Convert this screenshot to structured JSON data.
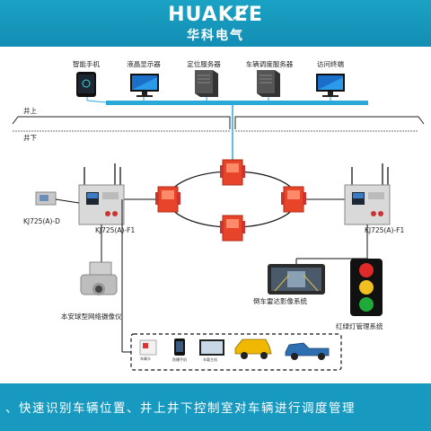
{
  "brand": {
    "name_en": "HUAKEE",
    "name_cn": "华科电气",
    "color": "#189ac0"
  },
  "surface_devices": [
    {
      "label": "智能手机",
      "icon": "smartphone-icon"
    },
    {
      "label": "液晶显示器",
      "icon": "monitor-icon"
    },
    {
      "label": "定位服务器",
      "icon": "server-icon"
    },
    {
      "label": "车辆调度服务器",
      "icon": "server-icon"
    },
    {
      "label": "访问终端",
      "icon": "monitor-icon"
    }
  ],
  "zones": {
    "above": "井上",
    "below": "井下"
  },
  "underground": {
    "left_reader": "KJ725(A)-D",
    "left_station": "KJ725(A)-F1",
    "right_station": "KJ725(A)-F1",
    "camera": "本安球型网络摄像仪",
    "radar": "倒车雷达影像系统",
    "traffic_light": "红绿灯管理系统",
    "ring_node_count": 4
  },
  "vehicle_box": {
    "items": [
      "车辆卡",
      "防爆手机",
      "车载主机"
    ]
  },
  "footer": {
    "text": "、快速识别车辆位置、井上井下控制室对车辆进行调度管理"
  },
  "colors": {
    "network_line": "#2aa8d8",
    "ring_node": "#e8442a",
    "station": "#d9d9d9"
  }
}
